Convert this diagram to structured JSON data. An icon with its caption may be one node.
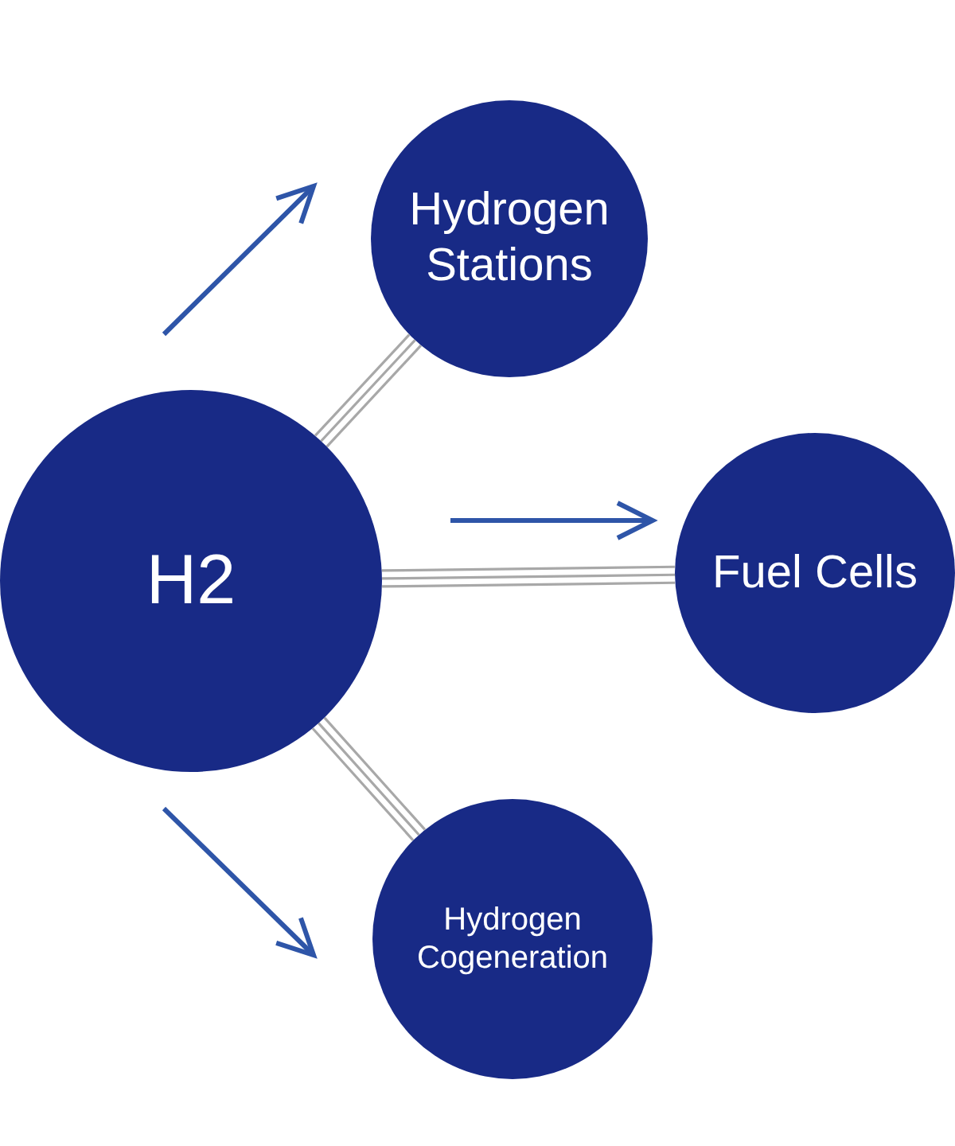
{
  "diagram": {
    "nodes": [
      {
        "text": [
          "H2"
        ]
      },
      {
        "text": [
          "Hydrogen Stations"
        ]
      },
      {
        "text": [
          "Fuel Cells"
        ]
      },
      {
        "text": [
          "Hydrogen Cogeneration"
        ]
      }
    ],
    "edges": [
      {
        "from": 0,
        "to": 1,
        "arrow": "none"
      },
      {
        "from": 0,
        "to": 2,
        "arrow": "none"
      },
      {
        "from": 0,
        "to": 3,
        "arrow": "none"
      }
    ]
  }
}
